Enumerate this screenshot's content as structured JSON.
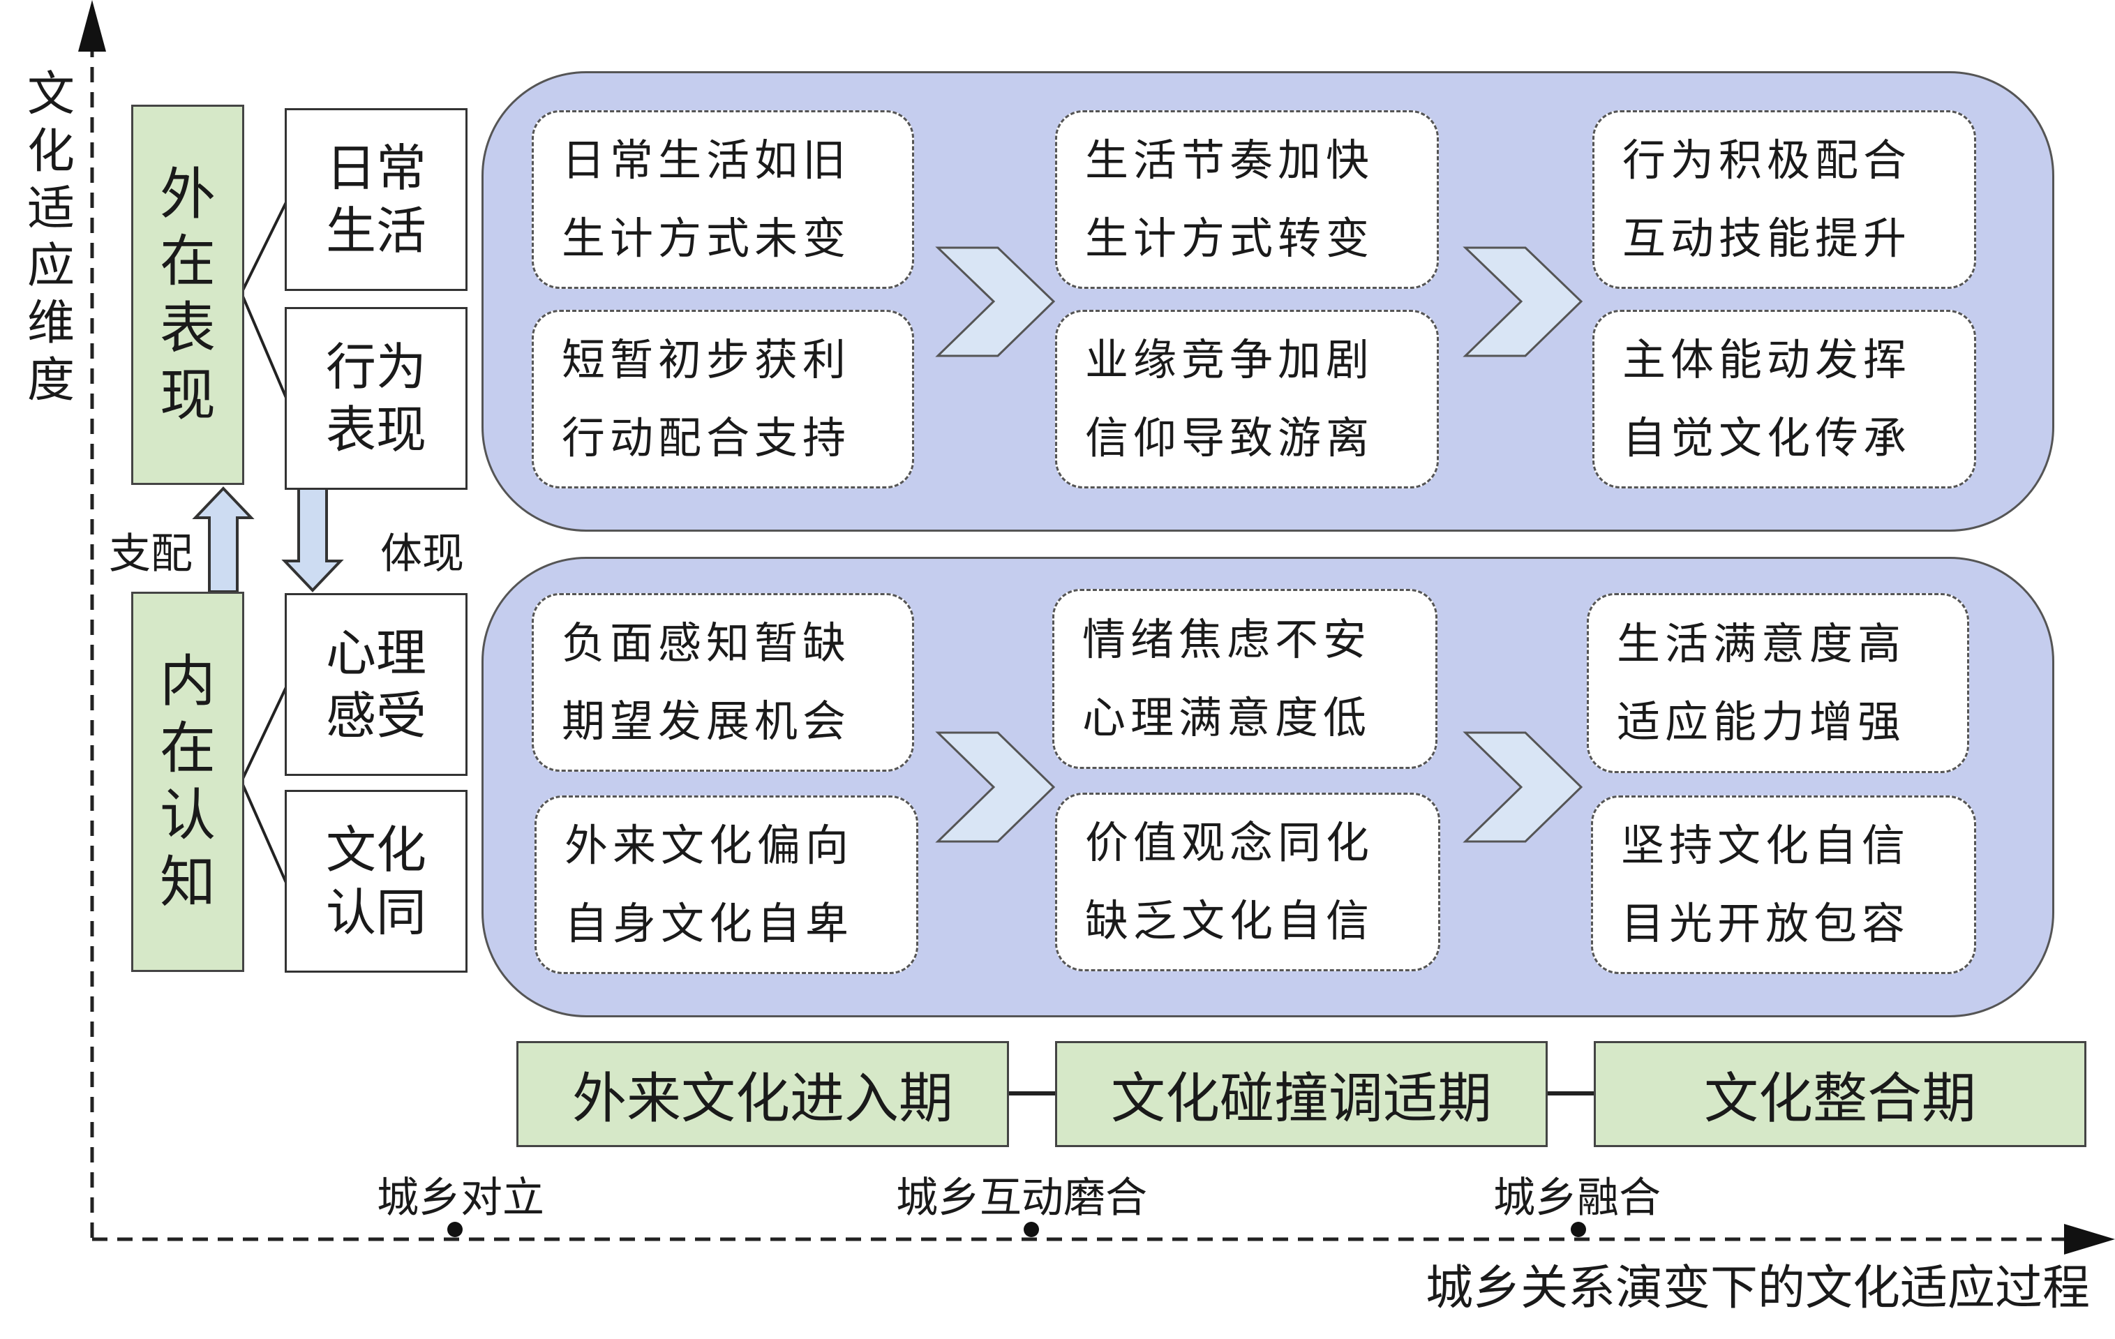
{
  "axes": {
    "vertical_label": "文化适应维度",
    "horizontal_label": "城乡关系演变下的文化适应过程"
  },
  "dimensions": {
    "outer": "外在表现",
    "inner": "内在认知",
    "outer_items": [
      "日常生活",
      "行为表现"
    ],
    "inner_items": [
      "心理感受",
      "文化认同"
    ],
    "arrow_up_label": "支配",
    "arrow_down_label": "体现"
  },
  "top_panel": {
    "stage1": {
      "box1": [
        "日常生活如旧",
        "生计方式未变"
      ],
      "box2": [
        "短暂初步获利",
        "行动配合支持"
      ]
    },
    "stage2": {
      "box1": [
        "生活节奏加快",
        "生计方式转变"
      ],
      "box2": [
        "业缘竞争加剧",
        "信仰导致游离"
      ]
    },
    "stage3": {
      "box1": [
        "行为积极配合",
        "互动技能提升"
      ],
      "box2": [
        "主体能动发挥",
        "自觉文化传承"
      ]
    }
  },
  "bottom_panel": {
    "stage1": {
      "box1": [
        "负面感知暂缺",
        "期望发展机会"
      ],
      "box2": [
        "外来文化偏向",
        "自身文化自卑"
      ]
    },
    "stage2": {
      "box1": [
        "情绪焦虑不安",
        "心理满意度低"
      ],
      "box2": [
        "价值观念同化",
        "缺乏文化自信"
      ]
    },
    "stage3": {
      "box1": [
        "生活满意度高",
        "适应能力增强"
      ],
      "box2": [
        "坚持文化自信",
        "目光开放包容"
      ]
    }
  },
  "periods": [
    "外来文化进入期",
    "文化碰撞调适期",
    "文化整合期"
  ],
  "stages": [
    "城乡对立",
    "城乡互动磨合",
    "城乡融合"
  ],
  "colors": {
    "green_fill": "#d6e8c8",
    "panel_fill": "#c5cdee",
    "chevron_fill": "#d9e5f5",
    "arrow_fill": "#cddcf2"
  }
}
